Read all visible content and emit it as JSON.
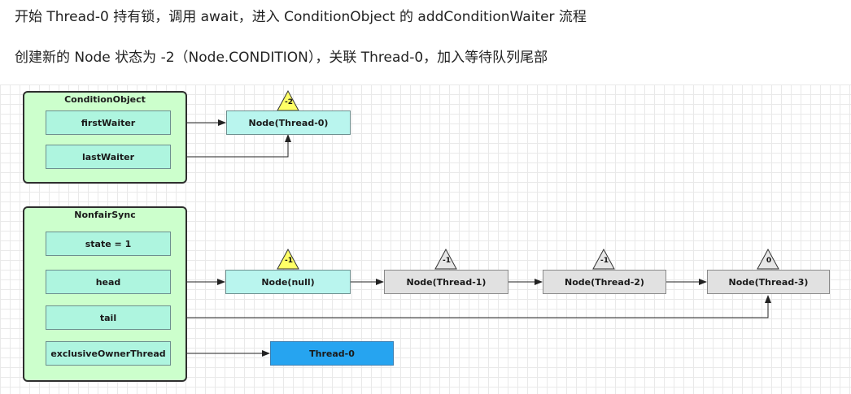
{
  "captions": {
    "line1": "开始 Thread-0 持有锁，调用 await，进入 ConditionObject 的 addConditionWaiter 流程",
    "line2": "创建新的 Node 状态为 -2（Node.CONDITION），关联 Thread-0，加入等待队列尾部"
  },
  "condition_object": {
    "title": "ConditionObject",
    "first_waiter": "firstWaiter",
    "last_waiter": "lastWaiter"
  },
  "nonfair_sync": {
    "title": "NonfairSync",
    "state": "state = 1",
    "head": "head",
    "tail": "tail",
    "exclusive_owner": "exclusiveOwnerThread"
  },
  "condition_node": {
    "label": "Node(Thread-0)",
    "wait_status": "-2"
  },
  "sync_queue": [
    {
      "label": "Node(null)",
      "wait_status": "-1"
    },
    {
      "label": "Node(Thread-1)",
      "wait_status": "-1"
    },
    {
      "label": "Node(Thread-2)",
      "wait_status": "-1"
    },
    {
      "label": "Node(Thread-3)",
      "wait_status": "0"
    }
  ],
  "owner_thread": {
    "label": "Thread-0"
  },
  "colors": {
    "group_fill": "#ccffcc",
    "field_fill": "#aef5df",
    "condition_node_fill": "#b9f5ee",
    "queue_node_fill": "#e1e1e1",
    "thread_fill": "#26a4f0",
    "status_yellow": "#ffff66",
    "status_gray": "#e6e6e6"
  }
}
